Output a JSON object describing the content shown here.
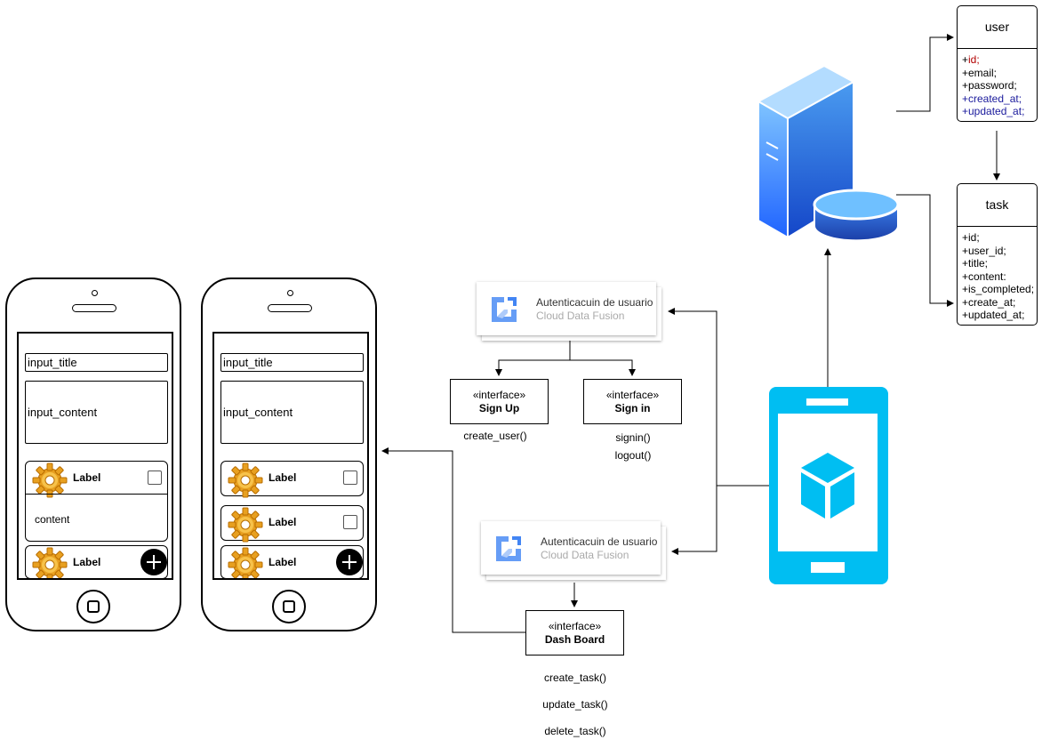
{
  "colors": {
    "accent_cyan": "#00bef2",
    "server_blue": "#2f7df5",
    "attr_red": "#b20000",
    "attr_blue": "#1a1a9c",
    "gcp_blue": "#4285f4"
  },
  "phones": [
    {
      "input_title": "input_title",
      "input_content": "input_content",
      "cards": [
        {
          "label": "Label",
          "control": "checkbox",
          "content": "content"
        },
        {
          "label": "Label",
          "control": "add-button"
        }
      ]
    },
    {
      "input_title": "input_title",
      "input_content": "input_content",
      "cards": [
        {
          "label": "Label",
          "control": "checkbox"
        },
        {
          "label": "Label",
          "control": "checkbox"
        },
        {
          "label": "Label",
          "control": "add-button"
        }
      ]
    }
  ],
  "auth_top": {
    "title": "Autenticacuin de usuario",
    "subtitle": "Cloud Data Fusion",
    "icon": "cloud-data-fusion-icon"
  },
  "auth_bottom": {
    "title": "Autenticacuin de usuario",
    "subtitle": "Cloud Data Fusion",
    "icon": "cloud-data-fusion-icon"
  },
  "signup": {
    "stereotype": "«interface»",
    "name": "Sign Up",
    "methods": [
      "create_user()"
    ]
  },
  "signin": {
    "stereotype": "«interface»",
    "name": "Sign in",
    "methods": [
      "signin()",
      "logout()"
    ]
  },
  "dashboard": {
    "stereotype": "«interface»",
    "name": "Dash Board",
    "methods": [
      "create_task()",
      "update_task()",
      "delete_task()"
    ]
  },
  "server_icon": "server-database-icon",
  "mobile_icon": "mobile-app-icon",
  "entities": {
    "user": {
      "name": "user",
      "attributes": [
        {
          "text": "+id;",
          "accent": "red"
        },
        {
          "text": "+email;",
          "accent": "none"
        },
        {
          "text": "+password;",
          "accent": "none"
        },
        {
          "text": "+created_at;",
          "accent": "blue"
        },
        {
          "text": "+updated_at;",
          "accent": "blue"
        }
      ]
    },
    "task": {
      "name": "task",
      "attributes": [
        {
          "text": "+id;"
        },
        {
          "text": "+user_id;"
        },
        {
          "text": "+title;"
        },
        {
          "text": "+content:"
        },
        {
          "text": "+is_completed;"
        },
        {
          "text": "+create_at;"
        },
        {
          "text": "+updated_at;"
        }
      ]
    }
  }
}
